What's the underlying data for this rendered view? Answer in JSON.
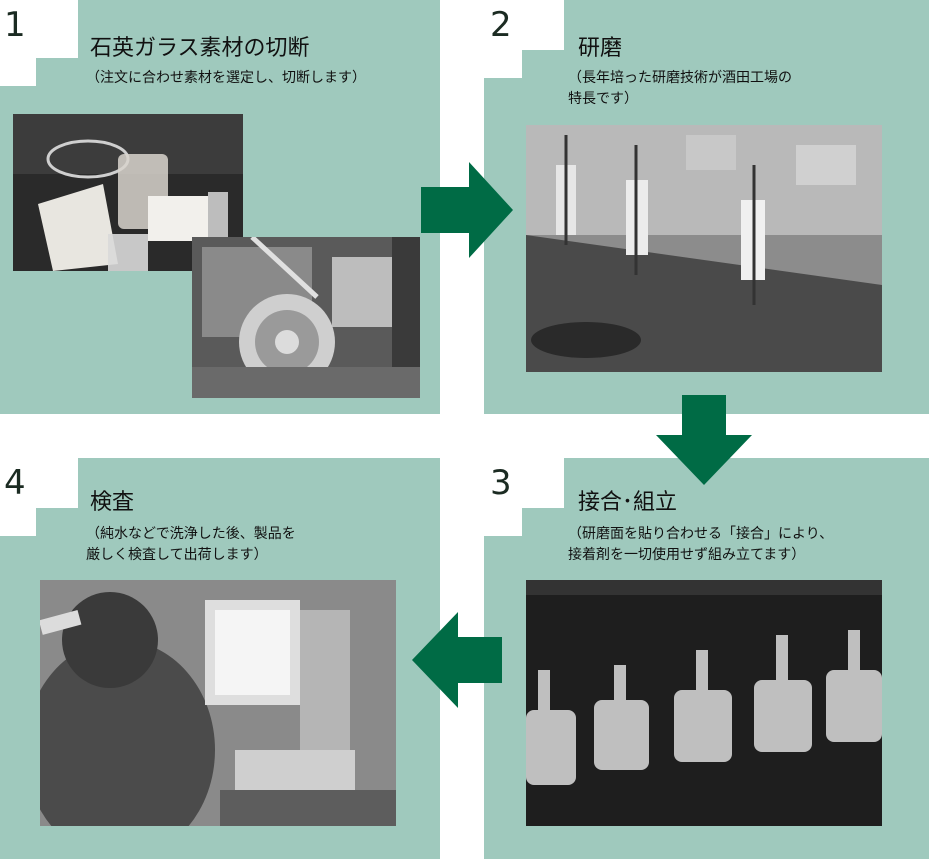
{
  "steps": [
    {
      "number": "1",
      "title": "石英ガラス素材の切断",
      "subtitle": "（注文に合わせ素材を選定し、切断します）"
    },
    {
      "number": "2",
      "title": "研磨",
      "subtitle": "（長年培った研磨技術が酒田工場の\n特長です）"
    },
    {
      "number": "3",
      "title": "接合･組立",
      "subtitle": "（研磨面を貼り合わせる「接合」により、\n接着剤を一切使用せず組み立てます）"
    },
    {
      "number": "4",
      "title": "検査",
      "subtitle": "（純水などで洗浄した後、製品を\n厳しく検査して出荷します）"
    }
  ],
  "colors": {
    "panel": "#9fc9bd",
    "arrow": "#006b45",
    "background": "#ffffff"
  }
}
